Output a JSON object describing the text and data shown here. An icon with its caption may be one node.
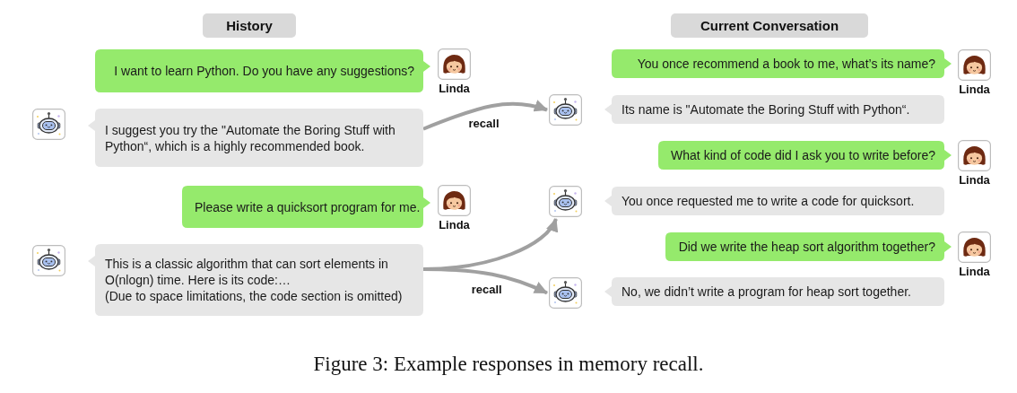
{
  "diagram": {
    "caption": "Figure 3: Example responses in memory recall.",
    "nodes": [
      {
        "text": [
          "History"
        ]
      },
      {
        "text": [
          "I want to learn Python. Do you have any suggestions?"
        ]
      },
      {
        "text": [
          "Linda"
        ]
      },
      {
        "text": [],
        "shape": "picture"
      },
      {
        "text": [
          "I suggest you try the \"Automate the Boring Stuff with Python“, which is a highly recommended book."
        ]
      },
      {
        "text": [
          "Please write a quicksort program for me."
        ]
      },
      {
        "text": [
          "Linda"
        ]
      },
      {
        "text": [],
        "shape": "picture"
      },
      {
        "text": [
          "This is a classic algorithm that can sort elements in O(nlogn) time. Here is its code:…",
          "(Due to space limitations, the code section is omitted)"
        ]
      },
      {
        "text": [
          "Current Conversation"
        ]
      },
      {
        "text": [
          "You once recommend a book to me, what’s its name?"
        ]
      },
      {
        "text": [
          "Linda"
        ]
      },
      {
        "text": [],
        "shape": "picture"
      },
      {
        "text": [
          "Its name is \"Automate the Boring Stuff with Python“."
        ]
      },
      {
        "text": [
          "What kind of code did I ask you to write before?"
        ]
      },
      {
        "text": [
          "Linda"
        ]
      },
      {
        "text": [],
        "shape": "picture"
      },
      {
        "text": [
          "You once requested me to write a code for quicksort."
        ]
      },
      {
        "text": [
          "Did we write the heap sort algorithm together?"
        ]
      },
      {
        "text": [
          "Linda"
        ]
      },
      {
        "text": [],
        "shape": "picture"
      },
      {
        "text": [
          "No, we didn’t write a program for heap sort together."
        ]
      }
    ],
    "edges": [
      {
        "from": 4,
        "to": 12,
        "arrow": "to",
        "label": "recall"
      },
      {
        "from": 8,
        "to": 16,
        "arrow": "to"
      },
      {
        "from": 8,
        "to": 20,
        "arrow": "to",
        "label": "recall"
      }
    ]
  }
}
